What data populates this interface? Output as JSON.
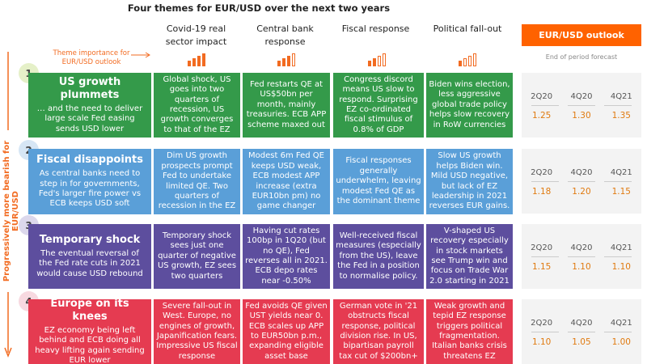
{
  "title": "Four themes for EUR/USD over the next two years",
  "columns": [
    {
      "label": "Covid-19 real sector impact",
      "bars_filled": 4
    },
    {
      "label": "Central bank response",
      "bars_filled": 3
    },
    {
      "label": "Fiscal response",
      "bars_filled": 2
    },
    {
      "label": "Political fall-out",
      "bars_filled": 1
    }
  ],
  "theme_importance": "Theme importance for EUR/USD outlook",
  "side_label": "Progressively more bearish for EUR/USD",
  "outlook": {
    "title": "EUR/USD outlook",
    "subtitle": "End of period forecast"
  },
  "colors": {
    "green": "#349a4a",
    "blue": "#5a9fd8",
    "purple": "#5d4e9e",
    "red": "#e53b51",
    "accent": "#ff6200"
  },
  "rows": [
    {
      "num": "1",
      "num_bg": "#e5f0c8",
      "title": "US growth plummets",
      "desc": "… and the need to deliver large scale Fed easing sends USD lower",
      "cells": [
        "Global shock, US goes into two quarters of recession, US growth converges to that of the EZ",
        "Fed restarts QE at US$50bn per month, mainly treasuries. ECB APP scheme maxed out",
        "Congress discord means US slow to respond. Surprising EZ co-ordinated fiscal stimulus of 0.8% of GDP",
        "Biden wins election, less aggressive global trade policy helps slow recovery in RoW currencies"
      ],
      "forecast": {
        "periods": [
          "2Q20",
          "4Q20",
          "4Q21"
        ],
        "values": [
          "1.25",
          "1.30",
          "1.35"
        ]
      }
    },
    {
      "num": "2",
      "num_bg": "#d6e6f5",
      "title": "Fiscal disappoints",
      "desc": "As central banks need to step in for governments, Fed's larger fire power vs ECB keeps USD soft",
      "cells": [
        "Dim US growth prospects prompt Fed to undertake limited QE. Two quarters of recession in the EZ",
        "Modest 6m Fed QE keeps USD weak, ECB modest APP increase (extra EUR10bn pm) no game changer",
        "Fiscal responses generally underwhelm, leaving modest Fed QE as the dominant theme",
        "Slow US growth helps Biden win. Mild USD negative, but lack of EZ leadership in 2021 reverses EUR gains."
      ],
      "forecast": {
        "periods": [
          "2Q20",
          "4Q20",
          "4Q21"
        ],
        "values": [
          "1.18",
          "1.20",
          "1.15"
        ]
      }
    },
    {
      "num": "3",
      "num_bg": "#dcd8ec",
      "title": "Temporary shock",
      "desc": "The eventual reversal of the Fed rate cuts in 2021 would cause USD rebound",
      "cells": [
        "Temporary shock sees just one quarter of negative US growth, EZ sees two quarters",
        "Having cut rates 100bp in 1Q20 (but no QE), Fed reverses all in 2021. ECB depo rates near -0.50%",
        "Well-received fiscal measures (especially from the US), leave the Fed in a position to normalise policy.",
        "V-shaped US recovery especially in stock markets see Trump win and focus on Trade War 2.0 starting in 2021"
      ],
      "forecast": {
        "periods": [
          "2Q20",
          "4Q20",
          "4Q21"
        ],
        "values": [
          "1.15",
          "1.10",
          "1.10"
        ]
      }
    },
    {
      "num": "4",
      "num_bg": "#f7d9e0",
      "title": "Europe on its knees",
      "desc": "EZ economy being left behind and ECB doing all heavy lifting again sending EUR lower",
      "cells": [
        "Severe fall-out in West. Europe, no engines of growth, Japanification fears. Impressive US fiscal response",
        "Fed avoids QE given UST yields near 0. ECB scales up APP to EUR50bn p.m., expanding eligible asset base",
        "German vote in '21 obstructs fiscal response, political division rise. In US, bipartisan payroll tax cut of $200bn+",
        "Weak growth and tepid EZ response triggers political fragmentation. Italian banks crisis threatens EZ"
      ],
      "forecast": {
        "periods": [
          "2Q20",
          "4Q20",
          "4Q21"
        ],
        "values": [
          "1.10",
          "1.05",
          "1.00"
        ]
      }
    }
  ]
}
